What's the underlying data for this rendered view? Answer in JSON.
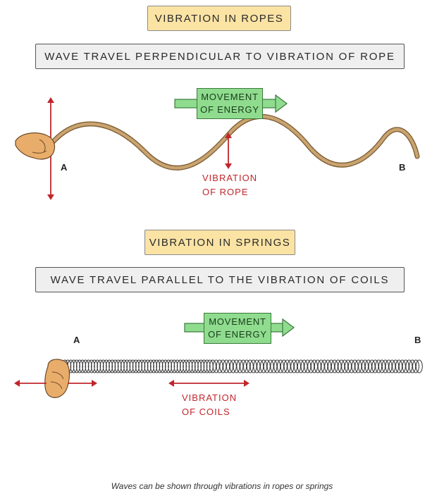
{
  "ropes": {
    "title": "VIBRATION IN ROPES",
    "description": "WAVE TRAVEL PERPENDICULAR TO VIBRATION OF ROPE",
    "energy_line1": "MOVEMENT",
    "energy_line2": "OF ENERGY",
    "point_a": "A",
    "point_b": "B",
    "vibration_line1": "VIBRATION",
    "vibration_line2": "OF ROPE"
  },
  "springs": {
    "title": "VIBRATION IN SPRINGS",
    "description": "WAVE TRAVEL PARALLEL TO THE VIBRATION OF COILS",
    "energy_line1": "MOVEMENT",
    "energy_line2": "OF ENERGY",
    "point_a": "A",
    "point_b": "B",
    "vibration_line1": "VIBRATION",
    "vibration_line2": "OF COILS"
  },
  "caption": "Waves can be shown through vibrations in ropes or springs",
  "colors": {
    "title_fill": "#fbe3a4",
    "energy_fill": "#8fdc8f",
    "arrow_red": "#c0262b",
    "rope": "#b89560",
    "hand": "#e9ad6b"
  }
}
